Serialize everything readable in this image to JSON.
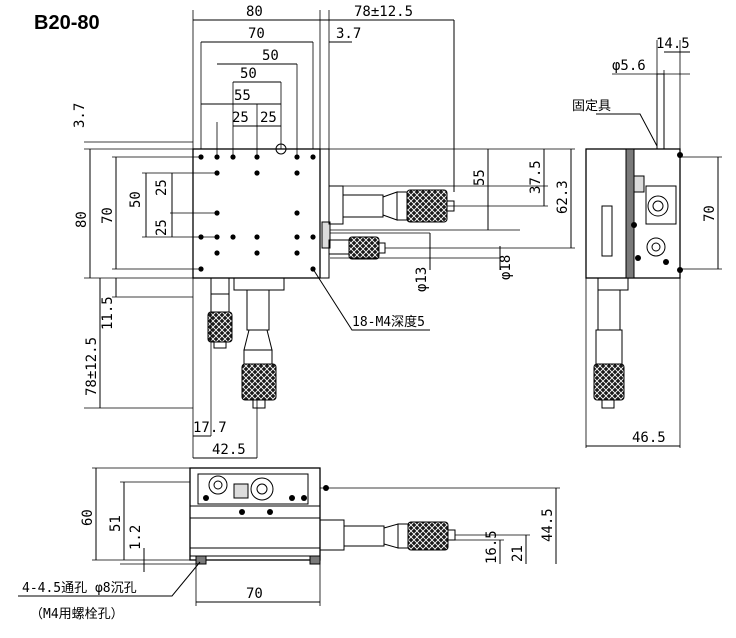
{
  "title": "B20-80",
  "dims": {
    "top_80": "80",
    "travel_top": "78±12.5",
    "top_70": "70",
    "off_3_7_top": "3.7",
    "top_50a": "50",
    "top_50b": "50",
    "top_55": "55",
    "top_25a": "25",
    "top_25b": "25",
    "left_3_7": "3.7",
    "left_80": "80",
    "left_70": "70",
    "left_50": "50",
    "left_25a": "25",
    "left_25b": "25",
    "right_55": "55",
    "right_37_5": "37.5",
    "right_62_3": "62.3",
    "phi13": "φ13",
    "phi18": "φ18",
    "left_11_5": "11.5",
    "travel_left": "78±12.5",
    "bot_17_7": "17.7",
    "bot_42_5": "42.5",
    "side_14_5": "14.5",
    "side_phi5_6": "φ5.6",
    "side_70": "70",
    "side_46_5": "46.5",
    "front_60": "60",
    "front_51": "51",
    "front_1_2": "1.2",
    "front_44_5": "44.5",
    "front_21": "21",
    "front_16_5": "16.5",
    "front_70": "70"
  },
  "notes": {
    "holes": "18-M4深度5",
    "fixture": "固定具",
    "mount_line1": "4-4.5通孔 φ8沉孔",
    "mount_line2": "（M4用螺栓孔）"
  }
}
